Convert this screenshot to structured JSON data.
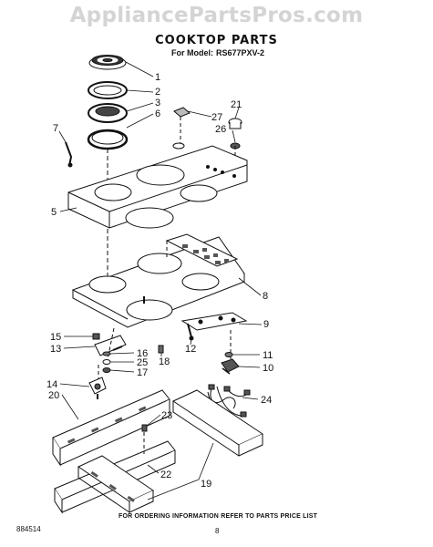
{
  "watermark": "AppliancePartsPros.com",
  "title": "COOKTOP PARTS",
  "model_label": "For Model:",
  "model_number": "RS677PXV-2",
  "footer_note": "FOR ORDERING INFORMATION REFER TO PARTS PRICE LIST",
  "document_number": "884514",
  "page_number": "8",
  "callouts": [
    {
      "id": "1",
      "label": "1"
    },
    {
      "id": "2",
      "label": "2"
    },
    {
      "id": "3",
      "label": "3"
    },
    {
      "id": "6",
      "label": "6"
    },
    {
      "id": "7",
      "label": "7"
    },
    {
      "id": "21",
      "label": "21"
    },
    {
      "id": "27",
      "label": "27"
    },
    {
      "id": "26",
      "label": "26"
    },
    {
      "id": "5",
      "label": "5"
    },
    {
      "id": "8",
      "label": "8"
    },
    {
      "id": "9",
      "label": "9"
    },
    {
      "id": "15",
      "label": "15"
    },
    {
      "id": "13",
      "label": "13"
    },
    {
      "id": "12",
      "label": "12"
    },
    {
      "id": "16",
      "label": "16"
    },
    {
      "id": "18",
      "label": "18"
    },
    {
      "id": "25",
      "label": "25"
    },
    {
      "id": "17",
      "label": "17"
    },
    {
      "id": "11",
      "label": "11"
    },
    {
      "id": "10",
      "label": "10"
    },
    {
      "id": "14",
      "label": "14"
    },
    {
      "id": "20",
      "label": "20"
    },
    {
      "id": "24",
      "label": "24"
    },
    {
      "id": "23",
      "label": "23"
    },
    {
      "id": "22",
      "label": "22"
    },
    {
      "id": "19",
      "label": "19"
    }
  ]
}
